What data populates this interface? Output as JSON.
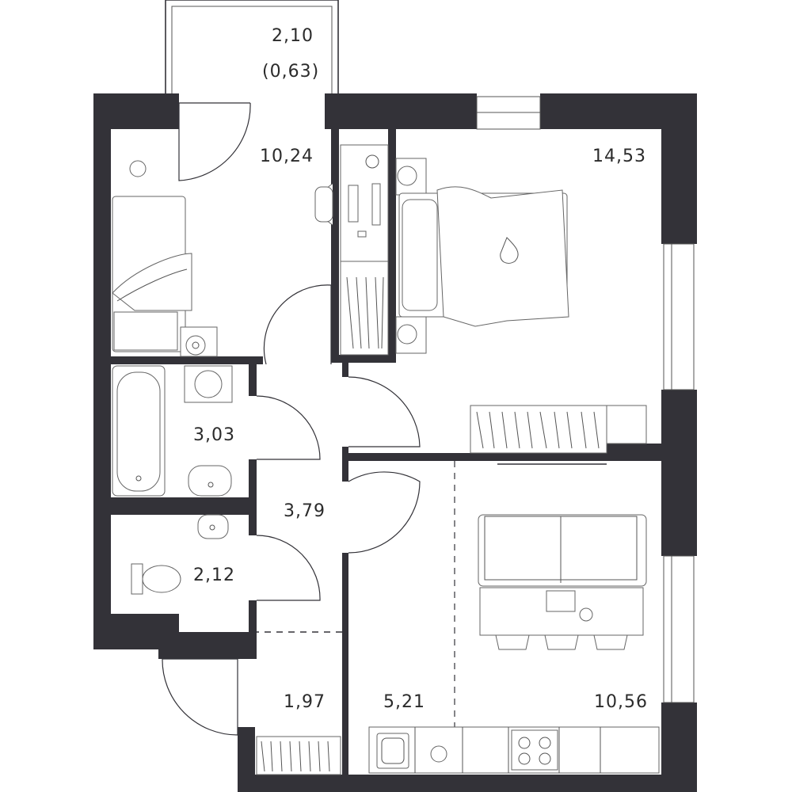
{
  "rooms": {
    "balcony": {
      "area": "2,10",
      "reduced_area": "(0,63)"
    },
    "bedroom_small": {
      "area": "10,24"
    },
    "bedroom_large": {
      "area": "14,53"
    },
    "bathroom": {
      "area": "3,03"
    },
    "corridor": {
      "area": "3,79"
    },
    "toilet": {
      "area": "2,12"
    },
    "entrance": {
      "area": "1,97"
    },
    "kitchen": {
      "area": "5,21"
    },
    "living": {
      "area": "10,56"
    }
  },
  "colors": {
    "wall": "#333238",
    "line": "#555555",
    "background": "#ffffff"
  }
}
